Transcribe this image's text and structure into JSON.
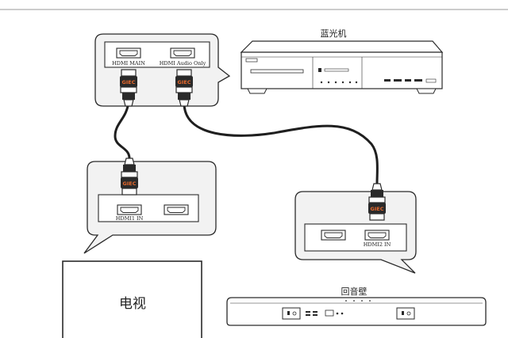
{
  "colors": {
    "line": "#2a2a2a",
    "brand": "#e9692c",
    "top_rule": "#9a9a9a",
    "bubble_fill": "#f2f2f2"
  },
  "labels": {
    "bluray_title": "蓝光机",
    "tv_title": "电视",
    "soundbar_title": "回音壁"
  },
  "bluray_ports": {
    "main": "HDMI MAIN",
    "audio_only": "HDMI Audio Only"
  },
  "tv_ports": {
    "hdmi1": "HDMI1 IN"
  },
  "soundbar_ports": {
    "hdmi2": "HDMI2 IN"
  },
  "cable_brand": "GIEC",
  "icons": [
    "hdmi-port-icon",
    "hdmi-plug-icon",
    "bluray-player-icon",
    "tv-icon",
    "soundbar-icon"
  ]
}
